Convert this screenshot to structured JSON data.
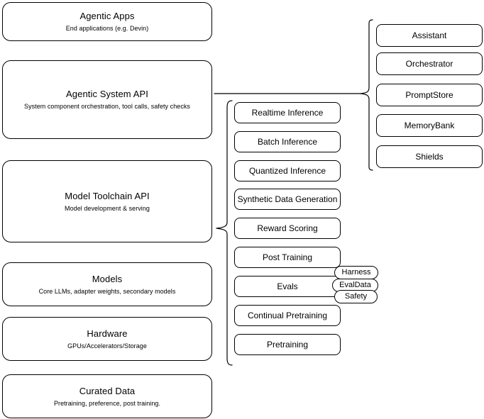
{
  "diagram": {
    "type": "layered-architecture-stack",
    "background_color": "#ffffff",
    "stroke_color": "#000000",
    "layers": [
      {
        "id": "agentic-apps",
        "title": "Agentic Apps",
        "subtitle": "End applications (e.g. Devin)"
      },
      {
        "id": "agentic-system-api",
        "title": "Agentic System API",
        "subtitle": "System component orchestration, tool calls, safety checks"
      },
      {
        "id": "model-toolchain-api",
        "title": "Model Toolchain API",
        "subtitle": "Model development & serving"
      },
      {
        "id": "models",
        "title": "Models",
        "subtitle": "Core LLMs, adapter weights, secondary models"
      },
      {
        "id": "hardware",
        "title": "Hardware",
        "subtitle": "GPUs/Accelerators/Storage"
      },
      {
        "id": "curated-data",
        "title": "Curated Data",
        "subtitle": "Pretraining, preference, post training."
      }
    ],
    "toolchain_components": [
      {
        "id": "realtime-inference",
        "label": "Realtime Inference"
      },
      {
        "id": "batch-inference",
        "label": "Batch Inference"
      },
      {
        "id": "quantized-inference",
        "label": "Quantized Inference"
      },
      {
        "id": "synthetic-data-generation",
        "label": "Synthetic Data Generation"
      },
      {
        "id": "reward-scoring",
        "label": "Reward Scoring"
      },
      {
        "id": "post-training",
        "label": "Post Training"
      },
      {
        "id": "evals",
        "label": "Evals"
      },
      {
        "id": "continual-pretraining",
        "label": "Continual Pretraining"
      },
      {
        "id": "pretraining",
        "label": "Pretraining"
      }
    ],
    "evals_subcomponents": [
      {
        "id": "harness",
        "label": "Harness"
      },
      {
        "id": "evaldata",
        "label": "EvalData"
      },
      {
        "id": "safety",
        "label": "Safety"
      }
    ],
    "system_components": [
      {
        "id": "assistant",
        "label": "Assistant"
      },
      {
        "id": "orchestrator",
        "label": "Orchestrator"
      },
      {
        "id": "promptstore",
        "label": "PromptStore"
      },
      {
        "id": "memorybank",
        "label": "MemoryBank"
      },
      {
        "id": "shields",
        "label": "Shields"
      }
    ]
  }
}
